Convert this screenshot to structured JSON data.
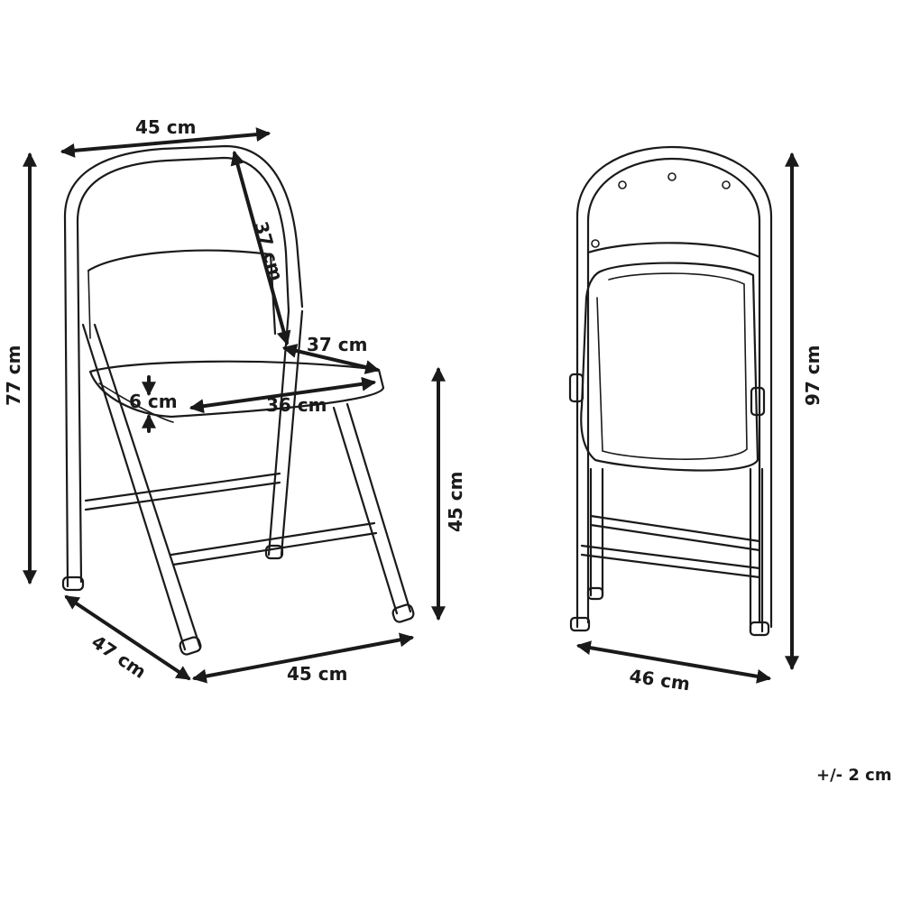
{
  "labels": {
    "width_top": "45 cm",
    "backrest_height": "37 cm",
    "seat_depth": "37 cm",
    "seat_thickness": "6 cm",
    "seat_width": "36 cm",
    "total_height": "77 cm",
    "seat_height": "45 cm",
    "depth_base": "47 cm",
    "width_base": "45 cm",
    "folded_height": "97 cm",
    "folded_width": "46 cm",
    "tolerance": "+/- 2 cm"
  },
  "colors": {
    "line": "#1a1a1a",
    "background": "#ffffff"
  }
}
